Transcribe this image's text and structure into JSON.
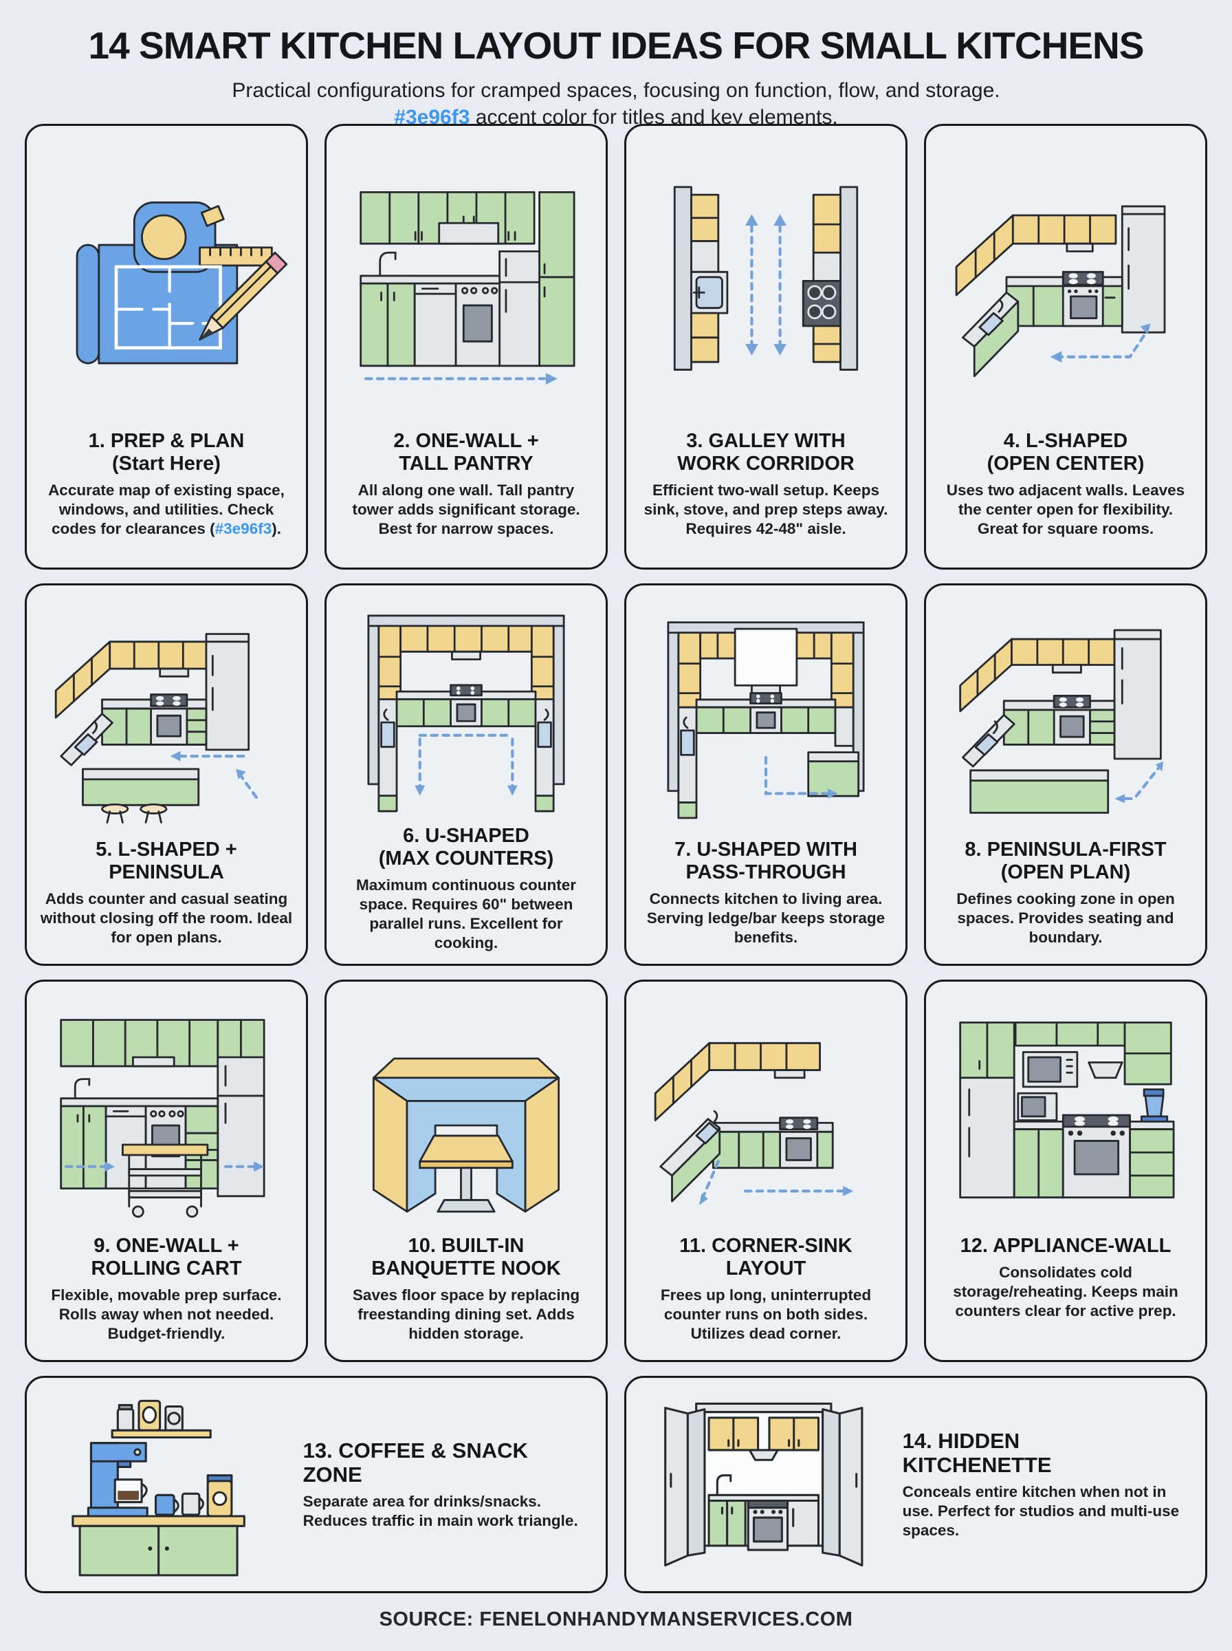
{
  "accent_color": "#3e96f3",
  "header": {
    "title": "14 SMART KITCHEN LAYOUT IDEAS FOR SMALL KITCHENS",
    "subtitle_line1": "Practical configurations for cramped spaces, focusing on function, flow, and storage.",
    "subtitle_line2": "#3e96f3 accent color for titles and key elements."
  },
  "cards": [
    {
      "title": "1. PREP & PLAN\n(Start Here)",
      "body": "Accurate map of existing space, windows, and utilities. Check codes for clearances (#3e96f3)."
    },
    {
      "title": "2. ONE-WALL +\nTALL PANTRY",
      "body": "All along one wall. Tall pantry tower adds significant storage. Best for narrow spaces."
    },
    {
      "title": "3. GALLEY WITH\nWORK CORRIDOR",
      "body": "Efficient two-wall setup. Keeps sink, stove, and prep steps away. Requires 42-48\" aisle."
    },
    {
      "title": "4. L-SHAPED\n(OPEN CENTER)",
      "body": "Uses two adjacent walls. Leaves the center open for flexibility. Great for square rooms."
    },
    {
      "title": "5. L-SHAPED +\nPENINSULA",
      "body": "Adds counter and casual seating without closing off the room. Ideal for open plans."
    },
    {
      "title": "6. U-SHAPED\n(MAX COUNTERS)",
      "body": "Maximum continuous counter space. Requires 60\" between parallel runs. Excellent for cooking."
    },
    {
      "title": "7. U-SHAPED WITH\nPASS-THROUGH",
      "body": "Connects kitchen to living area. Serving ledge/bar keeps storage benefits."
    },
    {
      "title": "8. PENINSULA-FIRST\n(OPEN PLAN)",
      "body": "Defines cooking zone in open spaces. Provides seating and boundary."
    },
    {
      "title": "9. ONE-WALL +\nROLLING CART",
      "body": "Flexible, movable prep surface. Rolls away when not needed. Budget-friendly."
    },
    {
      "title": "10. BUILT-IN\nBANQUETTE NOOK",
      "body": "Saves floor space by replacing freestanding dining set. Adds hidden storage."
    },
    {
      "title": "11. CORNER-SINK\nLAYOUT",
      "body": "Frees up long, uninterrupted counter runs on both sides. Utilizes dead corner."
    },
    {
      "title": "12. APPLIANCE-WALL",
      "body": "Consolidates cold storage/reheating. Keeps main counters clear for active prep."
    },
    {
      "title": "13. COFFEE & SNACK\nZONE",
      "body": "Separate area for drinks/snacks. Reduces traffic in main work triangle."
    },
    {
      "title": "14. HIDDEN\nKITCHENETTE",
      "body": "Conceals entire kitchen when not in use. Perfect for studios and multi-use spaces."
    }
  ],
  "footer": {
    "source": "SOURCE: FENELONHANDYMANSERVICES.COM"
  }
}
